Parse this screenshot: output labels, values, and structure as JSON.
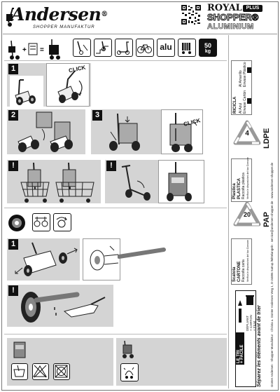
{
  "brand": {
    "name": "Andersen",
    "registered": "®",
    "tagline": "SHOPPER MANUFAKTUR"
  },
  "product": {
    "line1": "ROYAL",
    "line1_badge": "PLUS",
    "line2": "SHOPPER®",
    "line3": "ALUMINIUM"
  },
  "top_icons": {
    "alu_label": "alu",
    "weight_value": "50",
    "weight_unit": "kg"
  },
  "steps": {
    "s1": "1",
    "s2": "2",
    "s3": "3",
    "warn": "!",
    "click1": "CLICK",
    "click2": "CLICK"
  },
  "recycling": {
    "box1": {
      "title": "RICICLA",
      "lines": [
        "Al Azul",
        "Al Amarillo",
        "Envase Cartón",
        "Envase Plástico"
      ]
    },
    "code1": "4",
    "label1": "LDPE",
    "box2": {
      "title": "Plastica",
      "sub": "PLASTICA",
      "sub2": "Raccolta plastica",
      "note": "Verifica le disposizioni del tuo Comune"
    },
    "code2": "20",
    "label2": "PAP",
    "box3": {
      "title": "Scatola",
      "sub": "CARTONE",
      "sub2": "Raccolta carta",
      "note": "Verifica le disposizioni del tuo Comune"
    },
    "trier": {
      "left": "LE TRI",
      "plus": "+ FACILE",
      "depliant": "DÉPLIANT",
      "carton": "+ CARTON",
      "film": "+ FILM",
      "footer": "Séparez les éléments avant de trier"
    }
  },
  "address": "Günter Andersen · Shopper Manufaktur · Christa u. Günter Andersen Weg 1, D-24896 Satrup /Mittelangeln · service@andersen-shopper.de · www.andersen-shopper.de"
}
